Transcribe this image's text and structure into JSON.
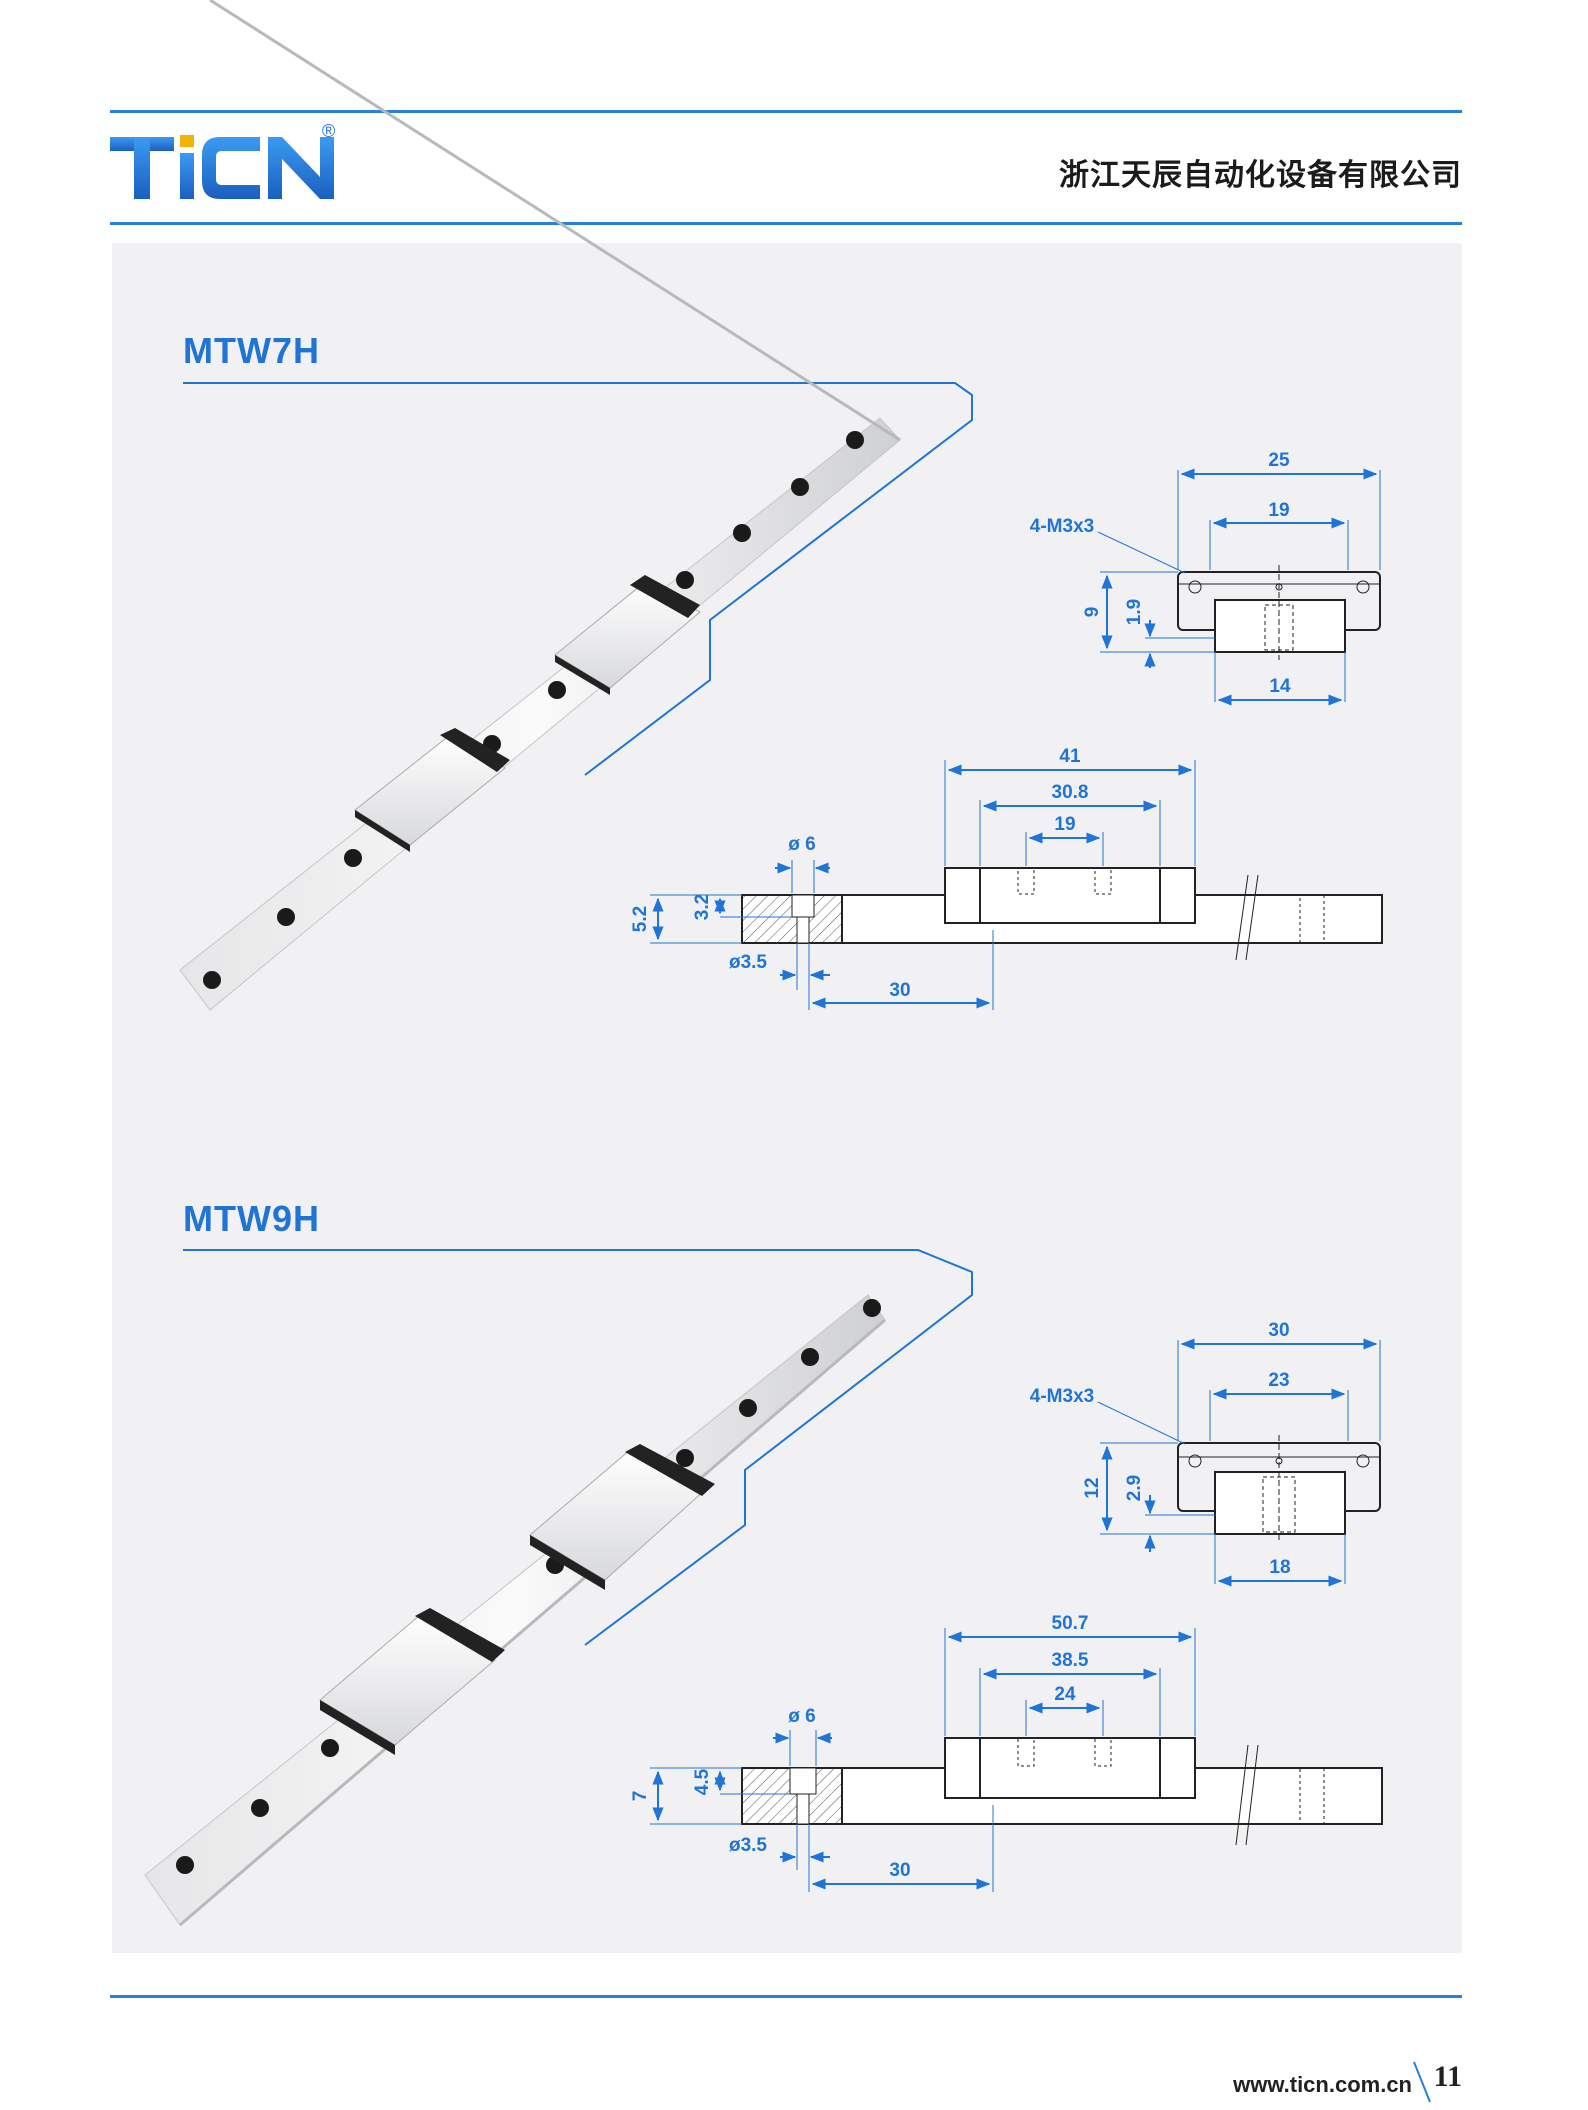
{
  "header": {
    "logo_text": "TiCN",
    "registered_mark": "®",
    "company_name": "浙江天辰自动化设备有限公司"
  },
  "products": [
    {
      "model": "MTW7H",
      "end_view": {
        "width_total": "25",
        "width_block": "19",
        "thread": "4-M3x3",
        "height": "9",
        "height_small": "1.9",
        "rail_width": "14"
      },
      "side_view": {
        "length_total": "41",
        "length_body": "30.8",
        "hole_pitch": "19",
        "counterbore": "ø 6",
        "rail_height": "5.2",
        "counterbore_depth": "3.2",
        "hole": "ø3.5",
        "rail_pitch": "30"
      }
    },
    {
      "model": "MTW9H",
      "end_view": {
        "width_total": "30",
        "width_block": "23",
        "thread": "4-M3x3",
        "height": "12",
        "height_small": "2.9",
        "rail_width": "18"
      },
      "side_view": {
        "length_total": "50.7",
        "length_body": "38.5",
        "hole_pitch": "24",
        "counterbore": "ø 6",
        "rail_height": "7",
        "counterbore_depth": "4.5",
        "hole": "ø3.5",
        "rail_pitch": "30"
      }
    }
  ],
  "footer": {
    "url": "www.ticn.com.cn",
    "page": "11"
  },
  "colors": {
    "accent": "#2a7fdc",
    "panel": "#f1f1f3",
    "dimension": "#1f74d6",
    "outline": "#222222"
  }
}
